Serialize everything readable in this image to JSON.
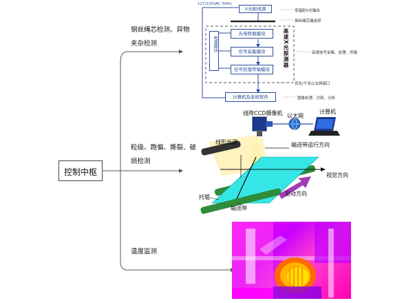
{
  "center": {
    "label": "控制中枢"
  },
  "branches": [
    {
      "label_line1": "钢丝绳芯检测、异物",
      "label_line2": "夹杂检测"
    },
    {
      "label_line1": "粒级、跑偏、撕裂、破",
      "label_line2": "损检测"
    },
    {
      "label_line1": "温度监测"
    }
  ],
  "xray_diagram": {
    "power": "127/220VAC 50Hz",
    "source": "X光射线源",
    "blocks": [
      "光电转换模块",
      "信号采集模块",
      "信号处理传输模块",
      "计算机及系统软件"
    ],
    "power_module": "电源模块",
    "detector_title": "高速X光探测器",
    "notes": [
      "低辐射X光输出",
      "钢丝绳芯输送带",
      "高速信号采集、处理、传输",
      "百兆/千兆以太网接口",
      "图像处理、识别、分析"
    ]
  },
  "ccd_diagram": {
    "camera": "线阵CCD摄像机",
    "ethernet": "以太网",
    "computer": "计算机",
    "light_source": "线形光源",
    "belt_direction": "输送带运行方向",
    "view_direction": "视觉方向",
    "roller": "托辊",
    "drive_direction": "驱动方向",
    "belt": "输送带"
  },
  "thermal": {
    "palette": [
      "#ff00ff",
      "#b000ff",
      "#ff6a00",
      "#ffd200",
      "#ffffff"
    ]
  }
}
